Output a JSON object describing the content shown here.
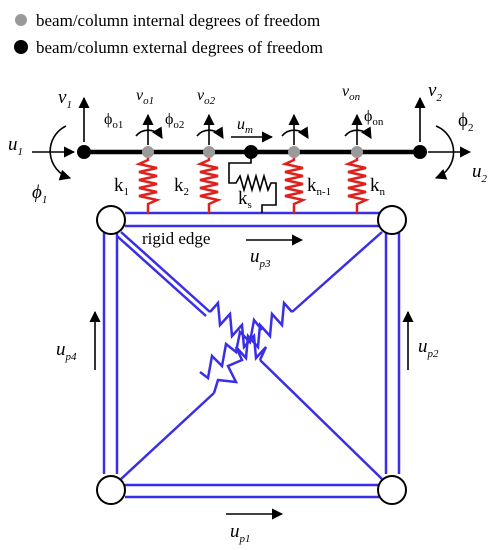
{
  "legend": {
    "internal_label": "beam/column internal degrees of freedom",
    "external_label": "beam/column external degrees of freedom",
    "internal_color": "#9a9a9a",
    "external_color": "#000000"
  },
  "beam": {
    "u1": {
      "base": "u",
      "sub": "1"
    },
    "u2": {
      "base": "u",
      "sub": "2"
    },
    "v1": {
      "base": "v",
      "sub": "1"
    },
    "v2": {
      "base": "v",
      "sub": "2"
    },
    "phi1": {
      "base": "ϕ",
      "sub": "1"
    },
    "phi2": {
      "base": "ϕ",
      "sub": "2"
    },
    "um": {
      "base": "u",
      "sub": "m"
    },
    "vo1": {
      "base": "v",
      "sub": "o1"
    },
    "vo2": {
      "base": "v",
      "sub": "o2"
    },
    "von": {
      "base": "v",
      "sub": "on"
    },
    "phio1": {
      "base": "ϕ",
      "sub": "o1"
    },
    "phio2": {
      "base": "ϕ",
      "sub": "o2"
    },
    "phion": {
      "base": "ϕ",
      "sub": "on"
    }
  },
  "springs": {
    "k1": {
      "base": "k",
      "sub": "1"
    },
    "k2": {
      "base": "k",
      "sub": "2"
    },
    "kn1": {
      "base": "k",
      "sub": "n-1"
    },
    "kn": {
      "base": "k",
      "sub": "n"
    },
    "ks": {
      "base": "k",
      "sub": "s"
    },
    "spring_color": "#e0201c"
  },
  "panel": {
    "rigid_edge_label": "rigid edge",
    "up1": {
      "base": "u",
      "sub": "p1"
    },
    "up2": {
      "base": "u",
      "sub": "p2"
    },
    "up3": {
      "base": "u",
      "sub": "p3"
    },
    "up4": {
      "base": "u",
      "sub": "p4"
    },
    "frame_color": "#3a2ee6"
  }
}
